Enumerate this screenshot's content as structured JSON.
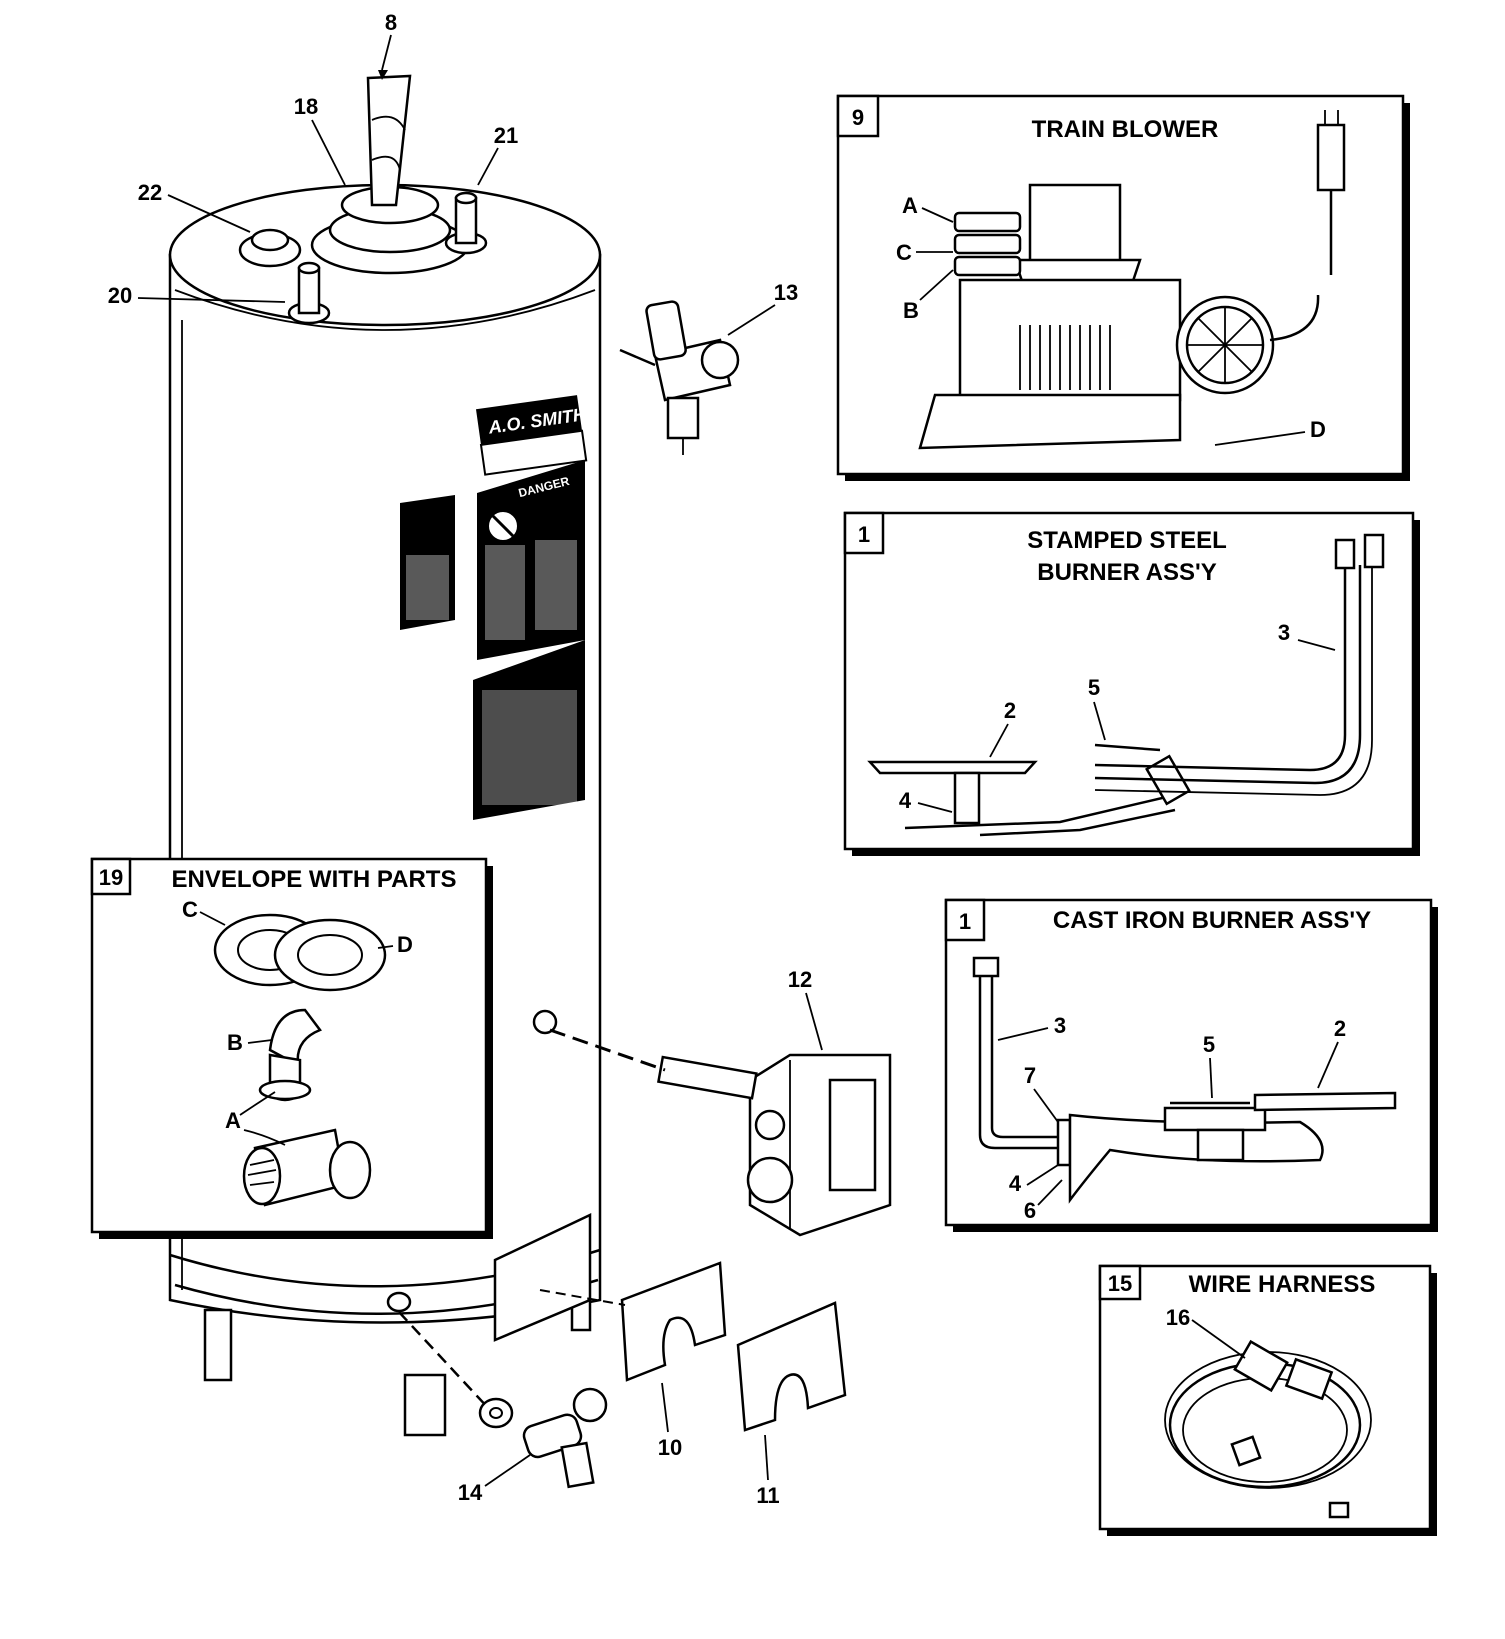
{
  "callouts": {
    "c8": "8",
    "c18": "18",
    "c21": "21",
    "c22": "22",
    "c20": "20",
    "c13": "13",
    "c12": "12",
    "c10": "10",
    "c11": "11",
    "c14": "14"
  },
  "labels": {
    "brand": "A.O. SMITH",
    "danger": "DANGER"
  },
  "panels": {
    "blower": {
      "number": "9",
      "title": "TRAIN BLOWER",
      "parts": {
        "a": "A",
        "b": "B",
        "c": "C",
        "d": "D"
      }
    },
    "stamped_burner": {
      "number": "1",
      "title_line1": "STAMPED STEEL",
      "title_line2": "BURNER ASS'Y",
      "parts": {
        "p2": "2",
        "p3": "3",
        "p4": "4",
        "p5": "5"
      }
    },
    "cast_burner": {
      "number": "1",
      "title": "CAST IRON BURNER ASS'Y",
      "parts": {
        "p2": "2",
        "p3": "3",
        "p4": "4",
        "p5": "5",
        "p6": "6",
        "p7": "7"
      }
    },
    "wire_harness": {
      "number": "15",
      "title": "WIRE HARNESS",
      "parts": {
        "p16": "16"
      }
    },
    "envelope": {
      "number": "19",
      "title": "ENVELOPE WITH PARTS",
      "parts": {
        "a": "A",
        "b": "B",
        "c": "C",
        "d": "D"
      }
    }
  }
}
